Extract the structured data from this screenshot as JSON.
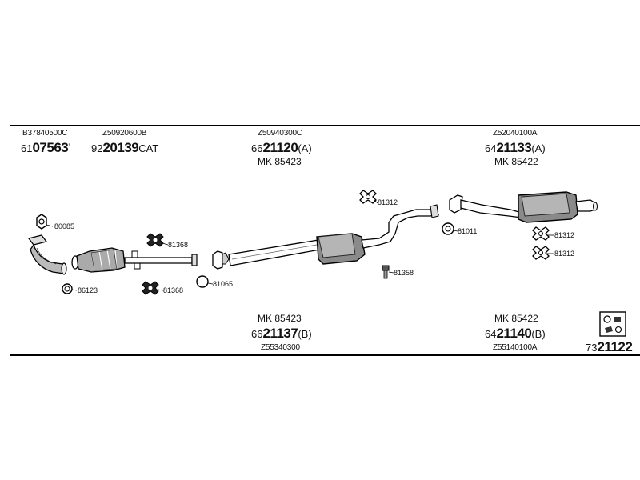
{
  "top_parts": [
    {
      "oem": "B37840500C",
      "prefix": "61",
      "number": "07563",
      "suffix": "¹",
      "mk": ""
    },
    {
      "oem": "Z50920600B",
      "prefix": "92",
      "number": "20139",
      "suffix": "CAT",
      "mk": ""
    },
    {
      "oem": "Z50940300C",
      "prefix": "66",
      "number": "21120",
      "suffix": "(A)",
      "mk": "MK  85423"
    },
    {
      "oem": "Z52040100A",
      "prefix": "64",
      "number": "21133",
      "suffix": "(A)",
      "mk": "MK  85422"
    }
  ],
  "bottom_parts": [
    {
      "mk": "MK  85423",
      "prefix": "66",
      "number": "21137",
      "suffix": "(B)",
      "oem": "Z55340300"
    },
    {
      "mk": "MK  85422",
      "prefix": "64",
      "number": "21140",
      "suffix": "(B)",
      "oem": "Z55140100A"
    },
    {
      "mk": "",
      "prefix": "73",
      "number": "21122",
      "suffix": "",
      "oem": ""
    }
  ],
  "small_parts": {
    "p80085": "80085",
    "p86123": "86123",
    "p81368a": "81368",
    "p81368b": "81368",
    "p81065": "81065",
    "p81312a": "81312",
    "p81358": "81358",
    "p81011": "81011",
    "p81312b": "81312",
    "p81312c": "81312"
  }
}
